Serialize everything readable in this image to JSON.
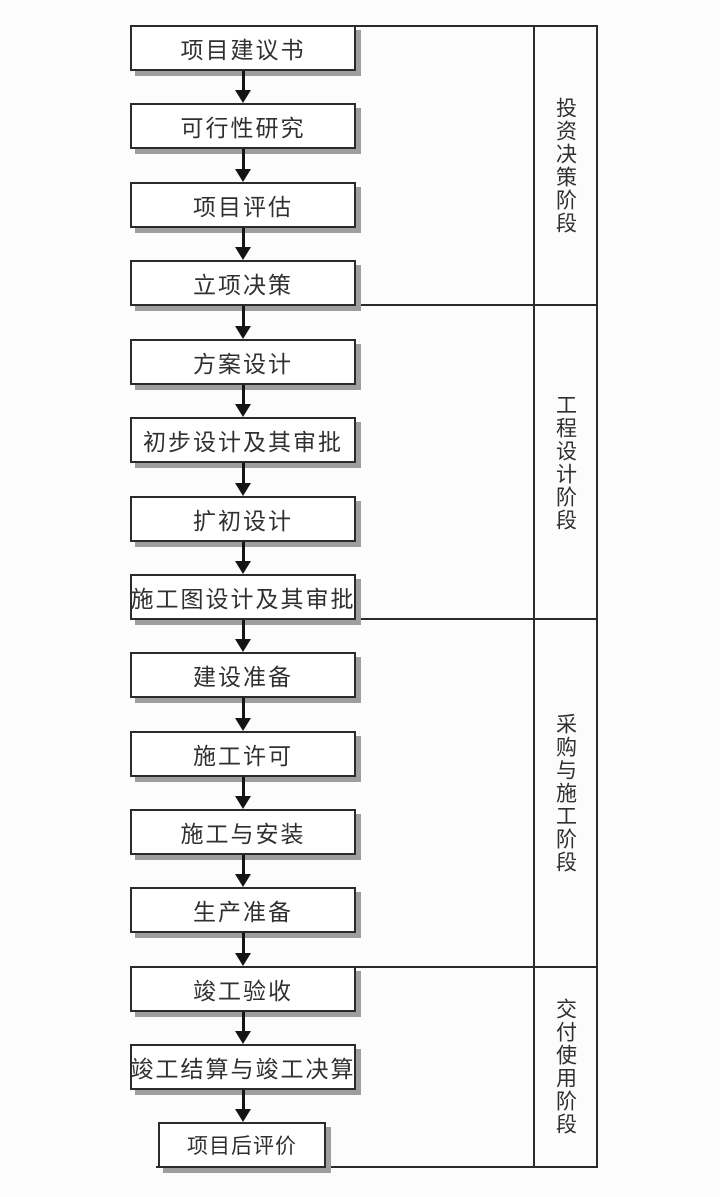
{
  "diagram": {
    "steps": [
      {
        "label": "项目建议书"
      },
      {
        "label": "可行性研究"
      },
      {
        "label": "项目评估"
      },
      {
        "label": "立项决策"
      },
      {
        "label": "方案设计"
      },
      {
        "label": "初步设计及其审批"
      },
      {
        "label": "扩初设计"
      },
      {
        "label": "施工图设计及其审批"
      },
      {
        "label": "建设准备"
      },
      {
        "label": "施工许可"
      },
      {
        "label": "施工与安装"
      },
      {
        "label": "生产准备"
      },
      {
        "label": "竣工验收"
      },
      {
        "label": "竣工结算与竣工决算"
      },
      {
        "label": "项目后评价"
      }
    ],
    "phases": [
      {
        "label": "投资决策阶段"
      },
      {
        "label": "工程设计阶段"
      },
      {
        "label": "采购与施工阶段"
      },
      {
        "label": "交付使用阶段"
      }
    ],
    "colors": {
      "line": "#2b2b2b",
      "text": "#303030",
      "box_fill": "#ffffff",
      "box_shadow": "#9e9e9e",
      "background": "#fcfcfc"
    }
  }
}
